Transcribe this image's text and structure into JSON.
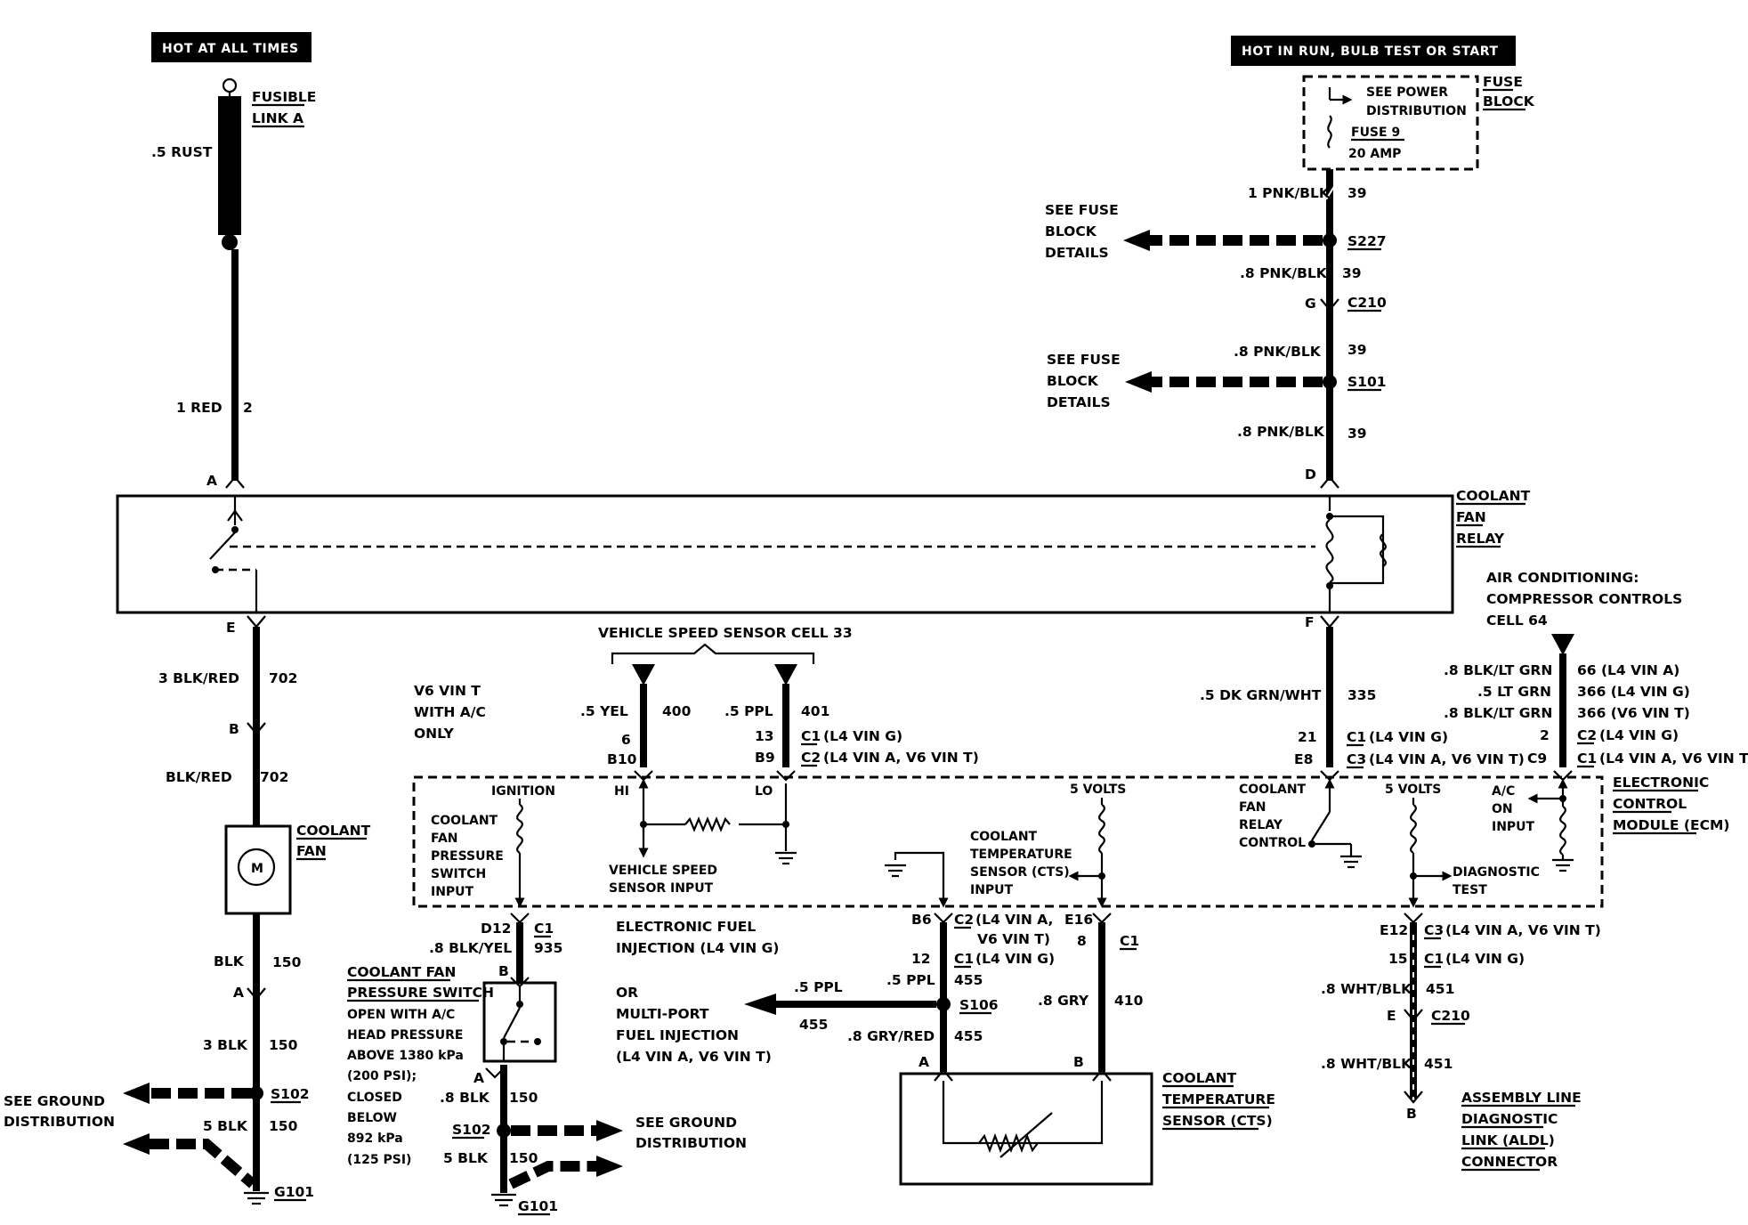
{
  "headers": {
    "hot_always": "HOT AT ALL TIMES",
    "hot_run": "HOT IN RUN, BULB TEST OR START"
  },
  "left_feed": {
    "fusible_link_1": "FUSIBLE",
    "fusible_link_2": "LINK A",
    "rust": ".5 RUST",
    "red": "1 RED",
    "red_circuit": "2",
    "term_a": "A"
  },
  "fuse_block": {
    "title_1": "FUSE",
    "title_2": "BLOCK",
    "see_power_1": "SEE POWER",
    "see_power_2": "DISTRIBUTION",
    "fuse_name": "FUSE 9",
    "fuse_amp": "20 AMP"
  },
  "right_feed": {
    "pnk1": "1 PNK/BLK",
    "c39_1": "39",
    "see_fuse_1a": "SEE FUSE",
    "see_fuse_1b": "BLOCK",
    "see_fuse_1c": "DETAILS",
    "s227": "S227",
    "pnk2": ".8 PNK/BLK",
    "c39_2": "39",
    "g": "G",
    "c210": "C210",
    "pnk3": ".8 PNK/BLK",
    "c39_3": "39",
    "see_fuse_2a": "SEE FUSE",
    "see_fuse_2b": "BLOCK",
    "see_fuse_2c": "DETAILS",
    "s101": "S101",
    "pnk4": ".8 PNK/BLK",
    "c39_4": "39",
    "term_d": "D"
  },
  "relay": {
    "label_1": "COOLANT",
    "label_2": "FAN",
    "label_3": "RELAY",
    "term_e": "E",
    "term_f": "F"
  },
  "fan_circuit": {
    "blk_red_3": "3 BLK/RED",
    "c702_1": "702",
    "b": "B",
    "blk_red": "BLK/RED",
    "c702_2": "702",
    "fan_1": "COOLANT",
    "fan_2": "FAN",
    "motor": "M",
    "blk": "BLK",
    "c150_1": "150",
    "a": "A",
    "blk_3": "3 BLK",
    "c150_2": "150",
    "s102": "S102",
    "see_ground_1": "SEE GROUND",
    "see_ground_2": "DISTRIBUTION",
    "blk_5": "5 BLK",
    "c150_3": "150",
    "g101": "G101"
  },
  "ac_note": {
    "line_1": "V6 VIN T",
    "line_2": "WITH A/C",
    "line_3": "ONLY"
  },
  "vss": {
    "title": "VEHICLE SPEED SENSOR CELL 33",
    "yel": ".5 YEL",
    "c400": "400",
    "ppl": ".5 PPL",
    "c401": "401",
    "pin6": "6",
    "pinb10": "B10",
    "pin13": "13",
    "pinb9": "B9",
    "c1_conn": "C1",
    "c1_note": "(L4 VIN G)",
    "c2_conn": "C2",
    "c2_note": "(L4 VIN A, V6 VIN T)",
    "hi": "HI",
    "lo": "LO",
    "input_1": "VEHICLE SPEED",
    "input_2": "SENSOR INPUT"
  },
  "ecm": {
    "ignition": "IGNITION",
    "cfps_1": "COOLANT",
    "cfps_2": "FAN",
    "cfps_3": "PRESSURE",
    "cfps_4": "SWITCH",
    "cfps_5": "INPUT",
    "five_volts_1": "5 VOLTS",
    "cts_1": "COOLANT",
    "cts_2": "TEMPERATURE",
    "cts_3": "SENSOR (CTS)",
    "cts_4": "INPUT",
    "relay_ctrl_1": "COOLANT",
    "relay_ctrl_2": "FAN",
    "relay_ctrl_3": "RELAY",
    "relay_ctrl_4": "CONTROL",
    "five_volts_2": "5 VOLTS",
    "ac_on_1": "A/C",
    "ac_on_2": "ON",
    "ac_on_3": "INPUT",
    "diag_1": "DIAGNOSTIC",
    "diag_2": "TEST",
    "title_1": "ELECTRONIC",
    "title_2": "CONTROL",
    "title_3": "MODULE (ECM)"
  },
  "relay_out": {
    "grn": ".5 DK GRN/WHT",
    "c335": "335",
    "pin21": "21",
    "c1": "C1",
    "c1_note": "(L4 VIN G)",
    "pine8": "E8",
    "c3": "C3",
    "c3_note": "(L4 VIN A, V6 VIN T)"
  },
  "ac_comp": {
    "title_1": "AIR CONDITIONING:",
    "title_2": "COMPRESSOR CONTROLS",
    "title_3": "CELL 64",
    "w1": ".8 BLK/LT GRN",
    "w1_c": "66 (L4 VIN A)",
    "w2": ".5 LT GRN",
    "w2_c": "366 (L4 VIN G)",
    "w3": ".8 BLK/LT GRN",
    "w3_c": "366 (V6 VIN T)",
    "pin2": "2",
    "c2": "C2",
    "c2_note": "(L4 VIN G)",
    "pinc9": "C9",
    "c1": "C1",
    "c1_note": "(L4 VIN A, V6 VIN T)"
  },
  "pressure_switch": {
    "d12": "D12",
    "c1": "C1",
    "wire": ".8 BLK/YEL",
    "c935": "935",
    "b": "B",
    "title_1": "COOLANT FAN",
    "title_2": "PRESSURE SWITCH",
    "desc_1": "OPEN WITH A/C",
    "desc_2": "HEAD PRESSURE",
    "desc_3": "ABOVE 1380 kPa",
    "desc_4": "(200 PSI);",
    "desc_5": "CLOSED",
    "desc_6": "BELOW",
    "desc_7": "892 kPa",
    "desc_8": "(125 PSI)",
    "a": "A",
    "blk8": ".8 BLK",
    "c150_1": "150",
    "s102": "S102",
    "see_ground_1": "SEE GROUND",
    "see_ground_2": "DISTRIBUTION",
    "blk5": "5 BLK",
    "c150_2": "150",
    "g101": "G101"
  },
  "efi": {
    "line_1": "ELECTRONIC FUEL",
    "line_2": "INJECTION (L4 VIN G)",
    "or": "OR",
    "mpfi_1": "MULTI-PORT",
    "mpfi_2": "FUEL INJECTION",
    "mpfi_3": "(L4 VIN A, V6 VIN T)"
  },
  "cts_circuit": {
    "b6": "B6",
    "c2": "C2",
    "c2_note_1": "(L4 VIN A,",
    "c2_note_2": "V6 VIN T)",
    "pin12": "12",
    "c1": "C1",
    "c1_note": "(L4 VIN G)",
    "ppl_1": ".5 PPL",
    "c455_1": "455",
    "ppl_2": ".5 PPL",
    "c455_2": "455",
    "s106": "S106",
    "gry_red": ".8 GRY/RED",
    "c455_3": "455",
    "a": "A",
    "e16": "E16",
    "pin8": "8",
    "c1b": "C1",
    "gry": ".8 GRY",
    "c410": "410",
    "b": "B",
    "title_1": "COOLANT",
    "title_2": "TEMPERATURE",
    "title_3": "SENSOR (CTS)"
  },
  "aldl": {
    "e12": "E12",
    "c3": "C3",
    "c3_note": "(L4 VIN A, V6 VIN T)",
    "pin15": "15",
    "c1": "C1",
    "c1_note": "(L4 VIN G)",
    "wht1": ".8 WHT/BLK",
    "c451_1": "451",
    "e": "E",
    "c210": "C210",
    "wht2": ".8 WHT/BLK",
    "c451_2": "451",
    "b": "B",
    "title_1": "ASSEMBLY LINE",
    "title_2": "DIAGNOSTIC",
    "title_3": "LINK (ALDL)",
    "title_4": "CONNECTOR"
  }
}
